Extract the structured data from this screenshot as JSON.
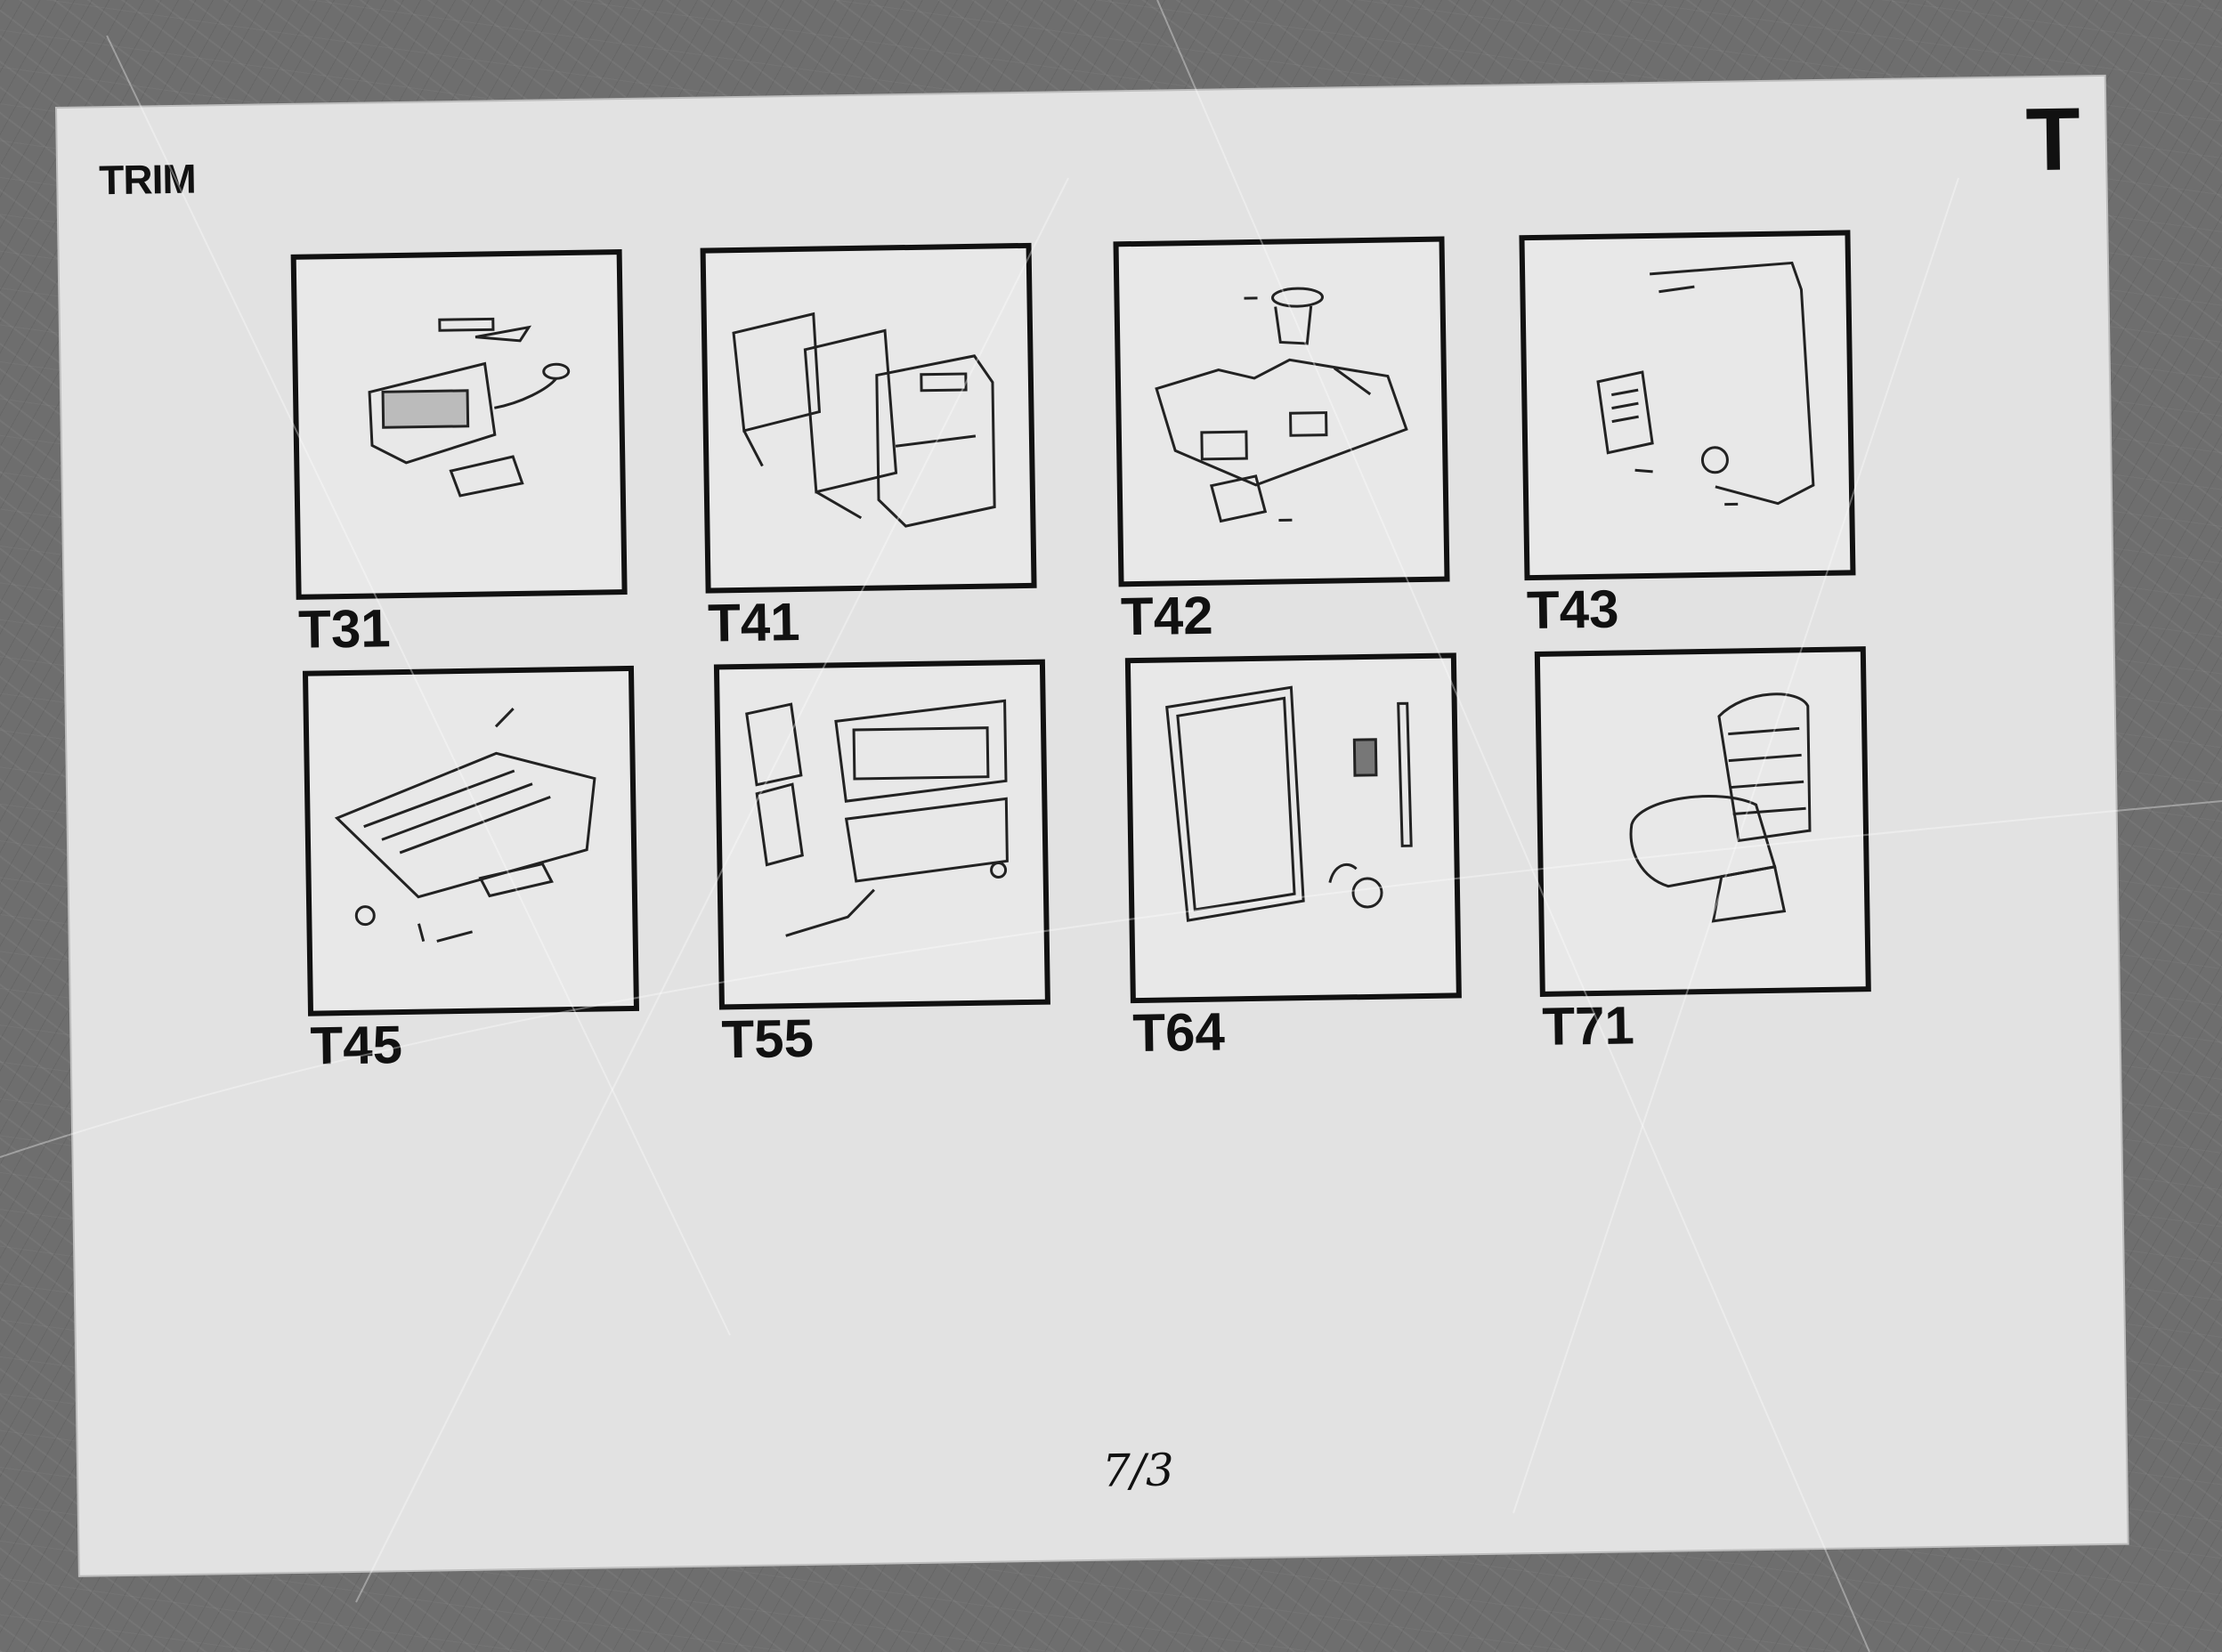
{
  "section": {
    "title": "TRIM",
    "letter": "T"
  },
  "cells": [
    {
      "code": "T31",
      "icon": "door-trim-panel-icon"
    },
    {
      "code": "T41",
      "icon": "cab-interior-frame-icon"
    },
    {
      "code": "T42",
      "icon": "floor-covering-icon"
    },
    {
      "code": "T43",
      "icon": "door-seal-icon"
    },
    {
      "code": "T45",
      "icon": "headlining-icon"
    },
    {
      "code": "T55",
      "icon": "side-trim-panel-icon"
    },
    {
      "code": "T64",
      "icon": "window-frame-icon"
    },
    {
      "code": "T71",
      "icon": "seat-icon"
    }
  ],
  "page": {
    "number": "7/3"
  },
  "colors": {
    "background": "#6e6e6e",
    "sheet": "#e2e2e2",
    "ink": "#111111"
  }
}
